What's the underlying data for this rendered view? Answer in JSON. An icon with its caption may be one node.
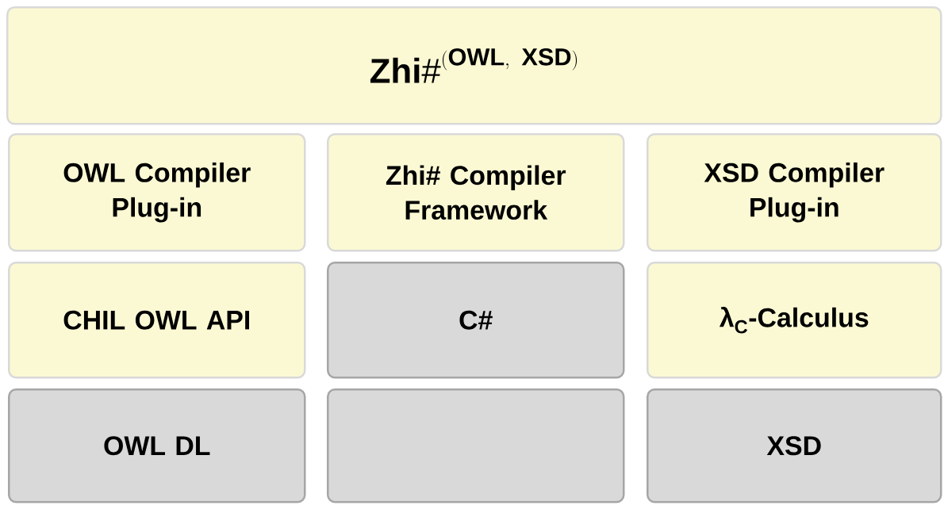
{
  "diagram": {
    "nodes": [
      {
        "text": [
          "\\mathbf{Zhi\\#}^{\\mathbf{(OWL,\\ XSD)}}"
        ]
      },
      {
        "text": [
          "OWL Compiler Plug-in"
        ]
      },
      {
        "text": [
          "Zhi# Compiler Framework"
        ]
      },
      {
        "text": [
          "XSD Compiler Plug-in"
        ]
      },
      {
        "text": [
          "CHIL OWL API"
        ]
      },
      {
        "text": [
          "C#"
        ]
      },
      {
        "text": [
          "λ$_{C}$-Calculus"
        ]
      },
      {
        "text": [
          "OWL DL"
        ]
      },
      {
        "text": [],
        "shape": "box"
      },
      {
        "text": [
          "XSD"
        ]
      }
    ]
  }
}
